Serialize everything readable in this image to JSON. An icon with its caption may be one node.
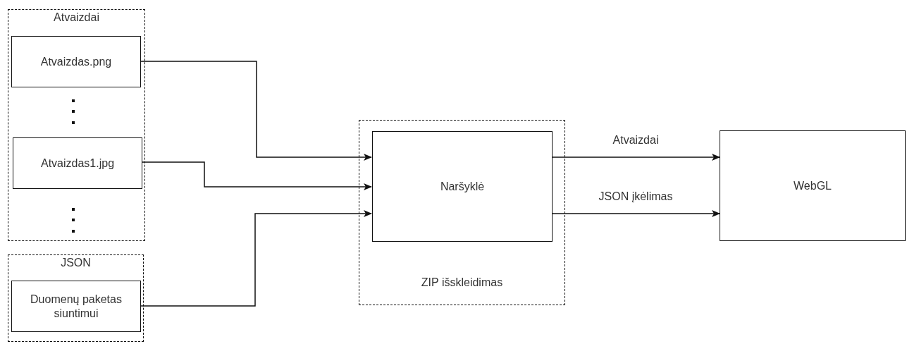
{
  "diagram": {
    "nodes": [
      {
        "text": [
          "Atvaizdai"
        ]
      },
      {
        "text": [
          "Atvaizdas.png"
        ],
        "in": 0
      },
      {
        "text": [
          "Atvaizdas1.jpg"
        ],
        "in": 0
      },
      {
        "text": [
          "JSON"
        ]
      },
      {
        "text": [
          "Duomenų paketas siuntimui"
        ],
        "in": 3
      },
      {
        "text": [
          "ZIP išskleidimas"
        ]
      },
      {
        "text": [
          "Naršyklė"
        ],
        "in": 5
      },
      {
        "text": [
          "WebGL"
        ]
      }
    ],
    "edges": [
      {
        "from": 1,
        "to": 6,
        "arrow": "to"
      },
      {
        "from": 2,
        "to": 6,
        "arrow": "to"
      },
      {
        "from": 4,
        "to": 6,
        "arrow": "to"
      },
      {
        "from": 6,
        "to": 7,
        "arrow": "to",
        "label": "Atvaizdai"
      },
      {
        "from": 6,
        "to": 7,
        "arrow": "to",
        "label": "JSON įkėlimas"
      }
    ]
  }
}
